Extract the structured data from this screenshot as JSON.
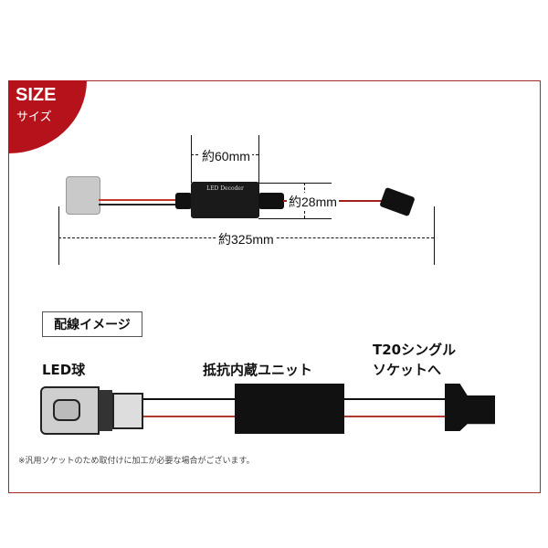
{
  "badge": {
    "title": "SIZE",
    "subtitle": "サイズ"
  },
  "dimensions": {
    "width_box": "約60mm",
    "height_box": "約28mm",
    "total_length": "約325mm"
  },
  "product": {
    "decoder_label": "LED Decoder"
  },
  "wiring": {
    "section_title": "配線イメージ",
    "bulb_label": "LED球",
    "unit_label": "抵抗内蔵ユニット",
    "socket_label_line1": "T20シングル",
    "socket_label_line2": "ソケットへ"
  },
  "note": "※汎用ソケットのため取付けに加工が必要な場合がございます。",
  "colors": {
    "accent": "#b5121b",
    "wire_red": "#c0392b"
  }
}
